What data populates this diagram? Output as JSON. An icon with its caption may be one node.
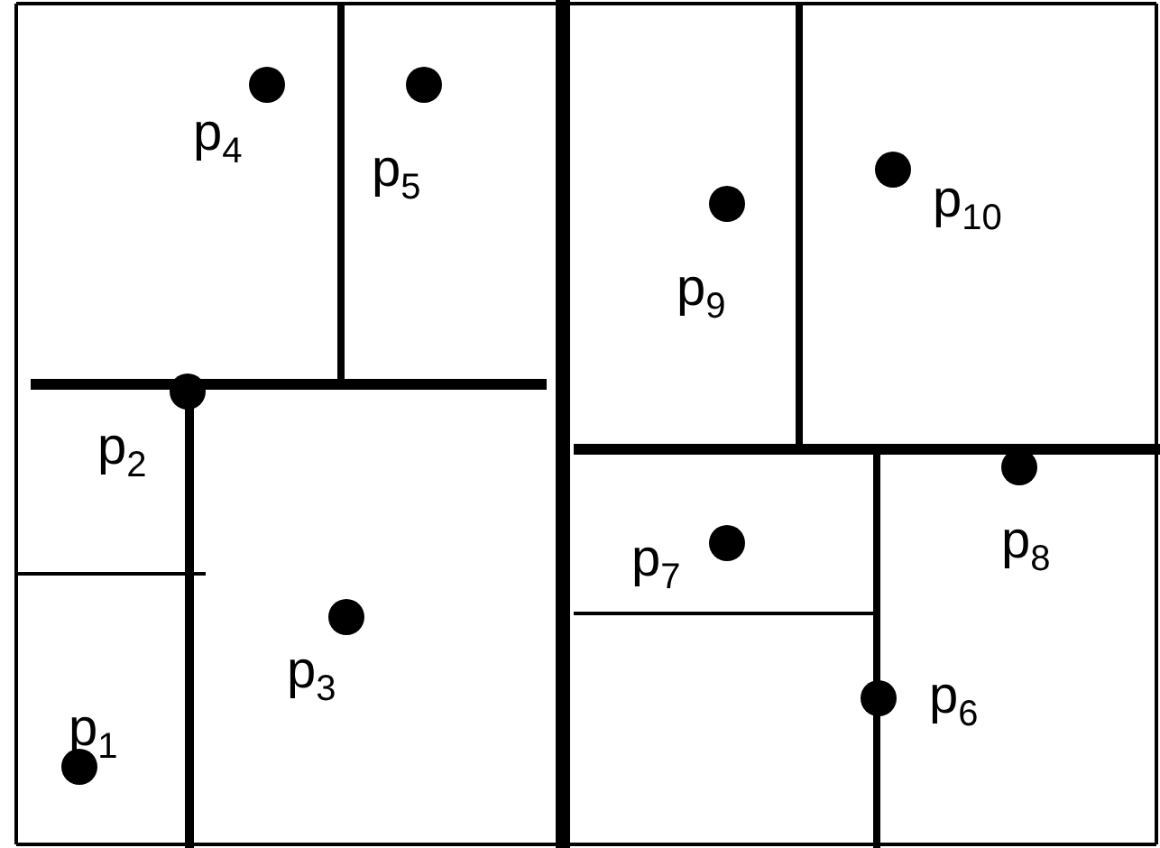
{
  "diagram": {
    "nodes": [
      {
        "text": [
          "p$_{4}$"
        ]
      },
      {
        "text": [
          "p$_{5}$"
        ]
      },
      {
        "text": [
          "p$_{9}$"
        ]
      },
      {
        "text": [
          "p$_{10}$"
        ]
      },
      {
        "text": [
          "p$_{2}$"
        ]
      },
      {
        "text": [
          "p$_{8}$"
        ]
      },
      {
        "text": [
          "p$_{7}$"
        ]
      },
      {
        "text": [
          "p$_{3}$"
        ]
      },
      {
        "text": [
          "p$_{6}$"
        ]
      },
      {
        "text": [
          "p$_{1}$"
        ]
      }
    ]
  }
}
